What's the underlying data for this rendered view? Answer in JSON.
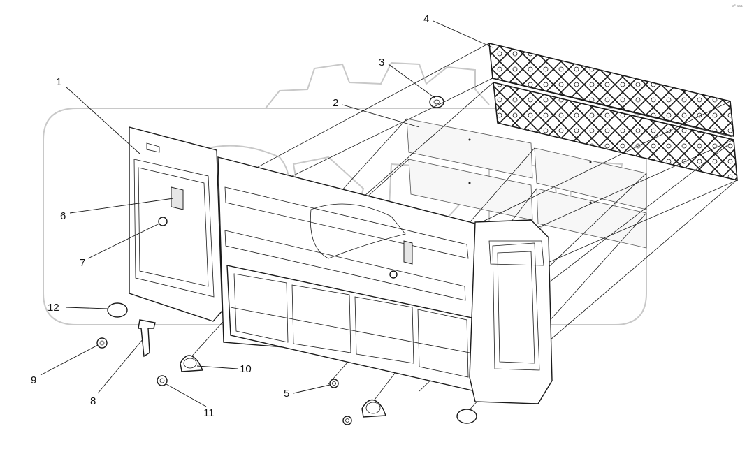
{
  "diagram": {
    "callouts": [
      "1",
      "2",
      "3",
      "4",
      "5",
      "6",
      "7",
      "8",
      "9",
      "10",
      "11",
      "12"
    ],
    "corner_mark": "a° aaa"
  },
  "colors": {
    "line": "#1a1a1a",
    "watermark": "#c8c8c8",
    "background": "#ffffff"
  }
}
